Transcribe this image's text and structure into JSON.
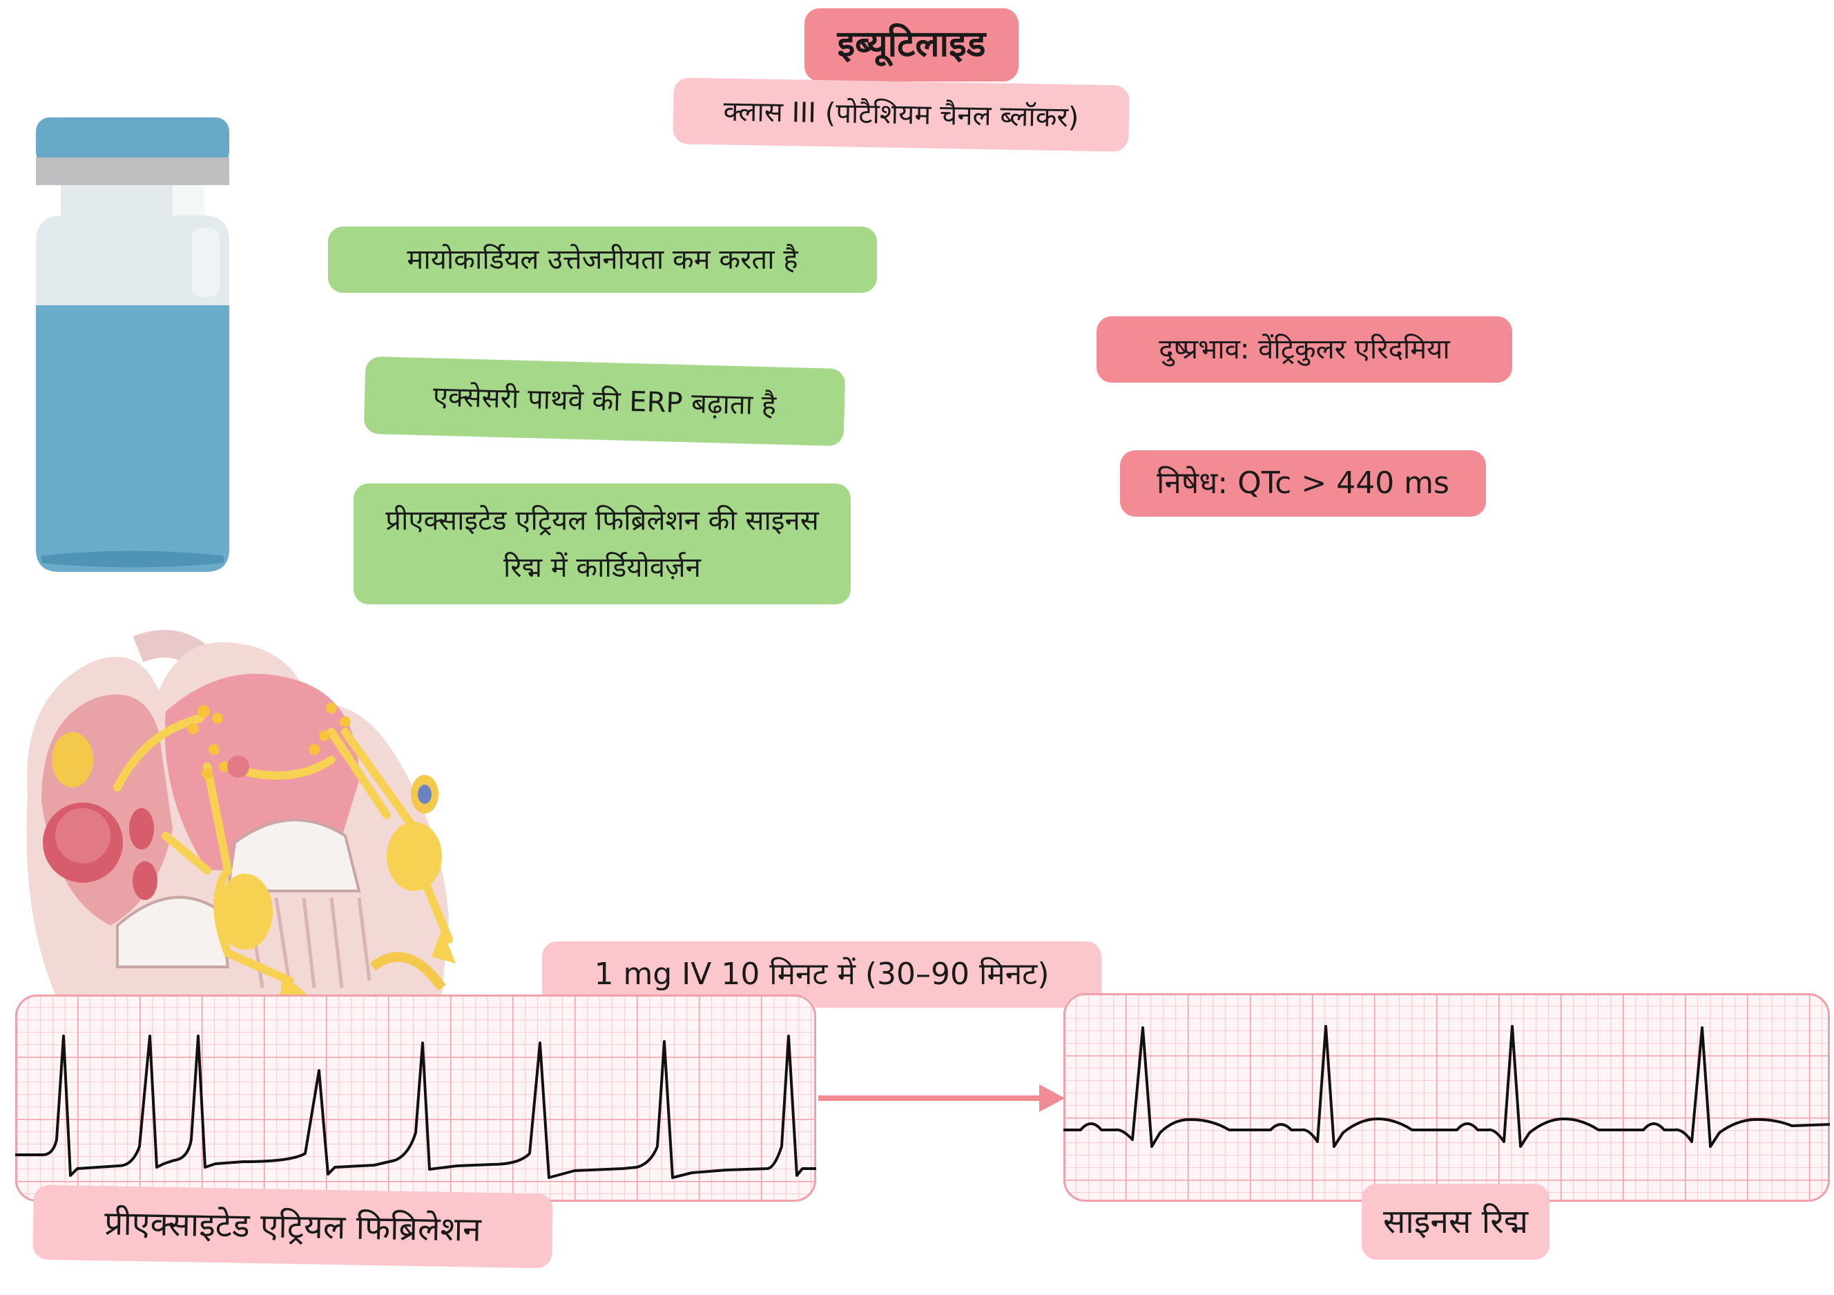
{
  "title": "इब्यूटिलाइड",
  "subtitle": "क्लास III (पोटैशियम चैनल ब्लॉकर)",
  "mechanisms": [
    "मायोकार्डियल उत्तेजनीयता कम करता है",
    "एक्सेसरी पाथवे की ERP बढ़ाता है",
    "प्रीएक्साइटेड एट्रियल फिब्रिलेशन की साइनस रिद्म में कार्डियोवर्ज़न"
  ],
  "side_effect": "दुष्प्रभाव: वेंट्रिकुलर एरिदमिया",
  "contraindication": "निषेध: QTc > 440 ms",
  "dose": "1 mg IV 10 मिनट में (30–90 मिनट)",
  "ecg_before_label": "प्रीएक्साइटेड एट्रियल फिब्रिलेशन",
  "ecg_after_label": "साइनस रिद्म",
  "colors": {
    "header_pink": "#f28b94",
    "label_pink": "#fbc7cc",
    "mechanism_green": "#a6d88a",
    "vial_blue": "#6aabc9",
    "ecg_grid": "#f4a3ad",
    "arrow": "#f28b94"
  },
  "icons": [
    "vial-icon",
    "heart-conduction-icon",
    "arrow-right-icon"
  ]
}
